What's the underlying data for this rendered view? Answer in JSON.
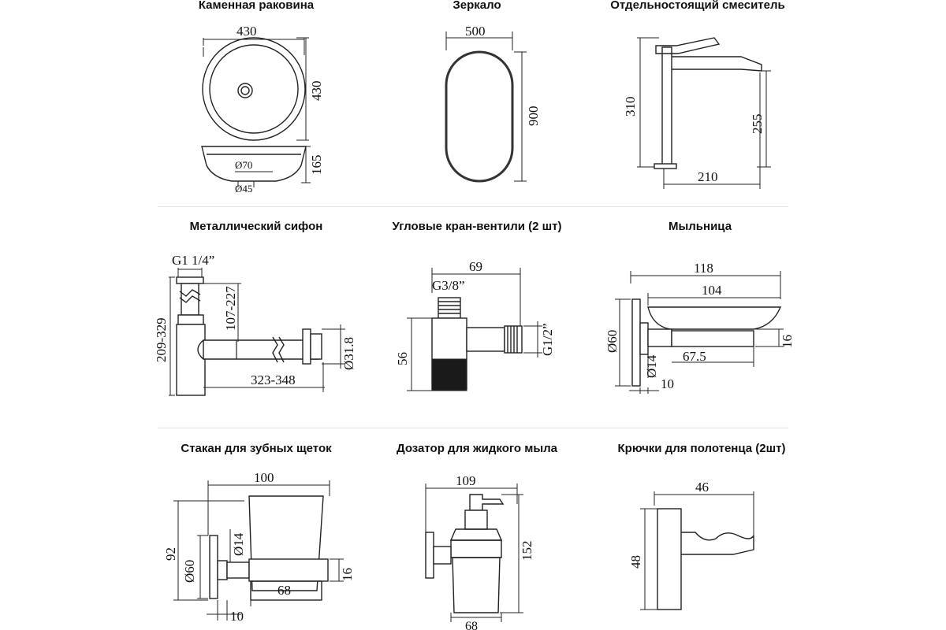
{
  "panels": [
    {
      "title": "Каменная раковина",
      "dims": {
        "width": "430",
        "height": "430",
        "depth": "165",
        "d70": "Ø70",
        "d45": "Ø45"
      }
    },
    {
      "title": "Зеркало",
      "dims": {
        "width": "500",
        "height": "900"
      }
    },
    {
      "title": "Отдельностоящий смеситель",
      "dims": {
        "total_height": "310",
        "spout_height": "255",
        "reach": "210"
      }
    },
    {
      "title": "Металлический сифон",
      "dims": {
        "thread": "G1 1/4”",
        "height": "209-329",
        "drop": "107-227",
        "length": "323-348",
        "diameter": "Ø31.8"
      }
    },
    {
      "title": "Угловые кран-вентили (2 шт)",
      "dims": {
        "width": "69",
        "thread_in": "G3/8”",
        "height": "56",
        "thread_out": "G1/2”"
      }
    },
    {
      "title": "Мыльница",
      "dims": {
        "total": "118",
        "dish": "104",
        "rose": "Ø60",
        "stem": "Ø14",
        "depth": "67.5",
        "height": "16",
        "offset": "10"
      }
    },
    {
      "title": "Стакан для зубных щеток",
      "dims": {
        "total": "100",
        "height": "92",
        "rose": "Ø60",
        "stem": "Ø14",
        "depth": "68",
        "ring": "16",
        "offset": "10"
      }
    },
    {
      "title": "Дозатор для жидкого мыла",
      "dims": {
        "width": "109",
        "height": "152",
        "base": "68"
      }
    },
    {
      "title": "Крючки для полотенца (2шт)",
      "dims": {
        "width": "46",
        "height": "48"
      }
    }
  ]
}
